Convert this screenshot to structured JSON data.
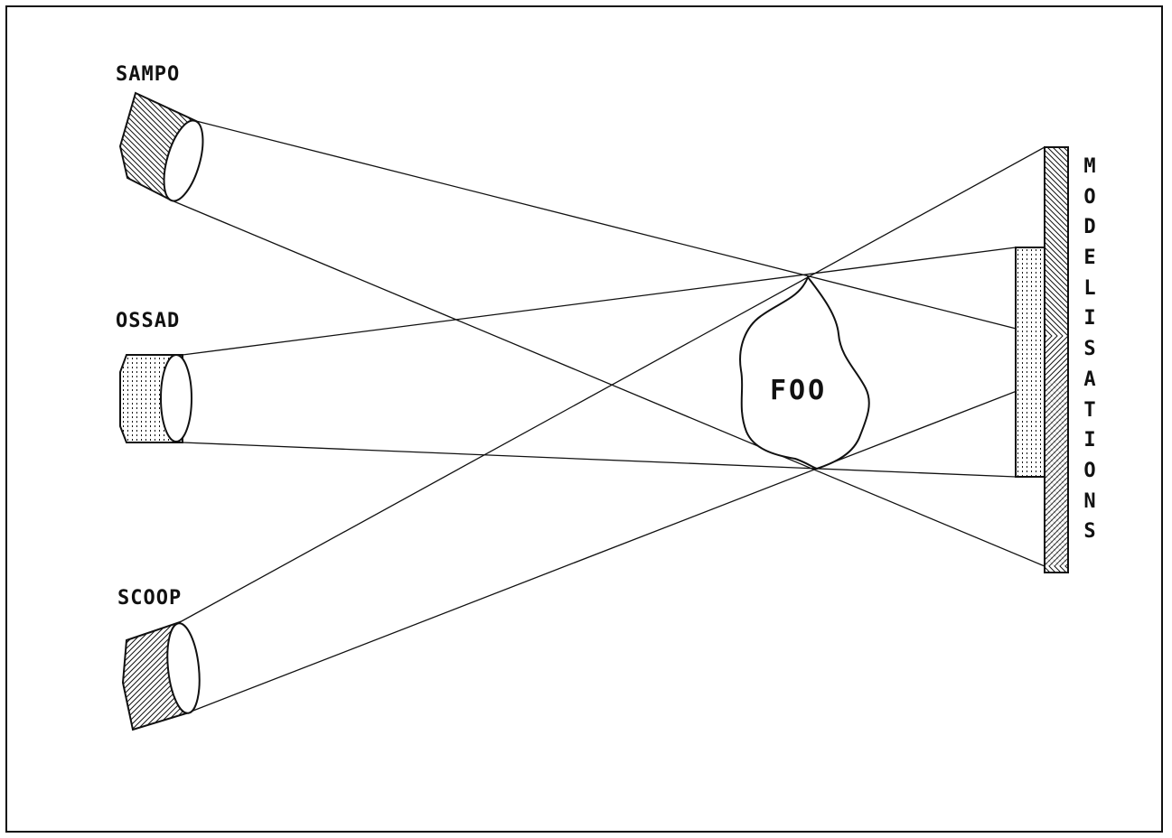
{
  "lenses": [
    {
      "id": "sampo",
      "label": "SAMPO",
      "pattern": "hatch-left"
    },
    {
      "id": "ossad",
      "label": "OSSAD",
      "pattern": "dots"
    },
    {
      "id": "scoop",
      "label": "SCOOP",
      "pattern": "hatch-right"
    }
  ],
  "center": {
    "label": "FOO"
  },
  "target": {
    "label": "MODELISATIONS",
    "letters": [
      "M",
      "O",
      "D",
      "E",
      "L",
      "I",
      "S",
      "A",
      "T",
      "I",
      "O",
      "N",
      "S"
    ]
  },
  "colors": {
    "ink": "#111111",
    "background": "#ffffff"
  }
}
